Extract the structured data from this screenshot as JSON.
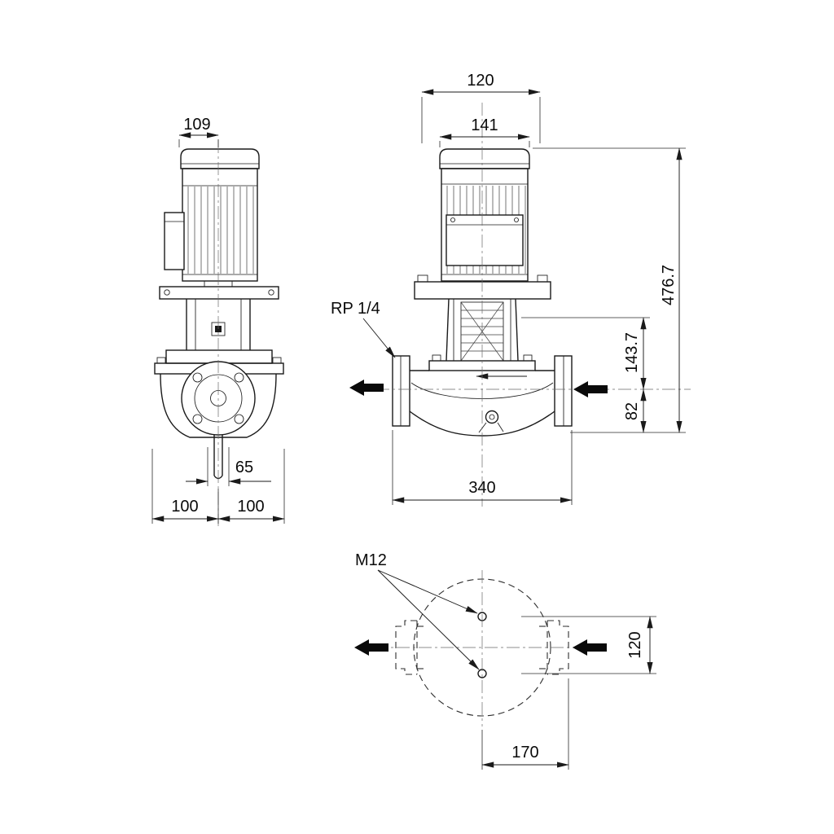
{
  "labels": {
    "front": {
      "motor_width": "109",
      "stub_width": "65",
      "left_half": "100",
      "right_half": "100"
    },
    "side": {
      "top_width": "120",
      "motor_width": "141",
      "total_height": "476.7",
      "mid_height": "143.7",
      "port_height": "82",
      "port_length": "340",
      "tapping": "RP 1/4"
    },
    "top": {
      "bolt": "M12",
      "hole_spacing": "120",
      "hole_offset": "170"
    }
  }
}
